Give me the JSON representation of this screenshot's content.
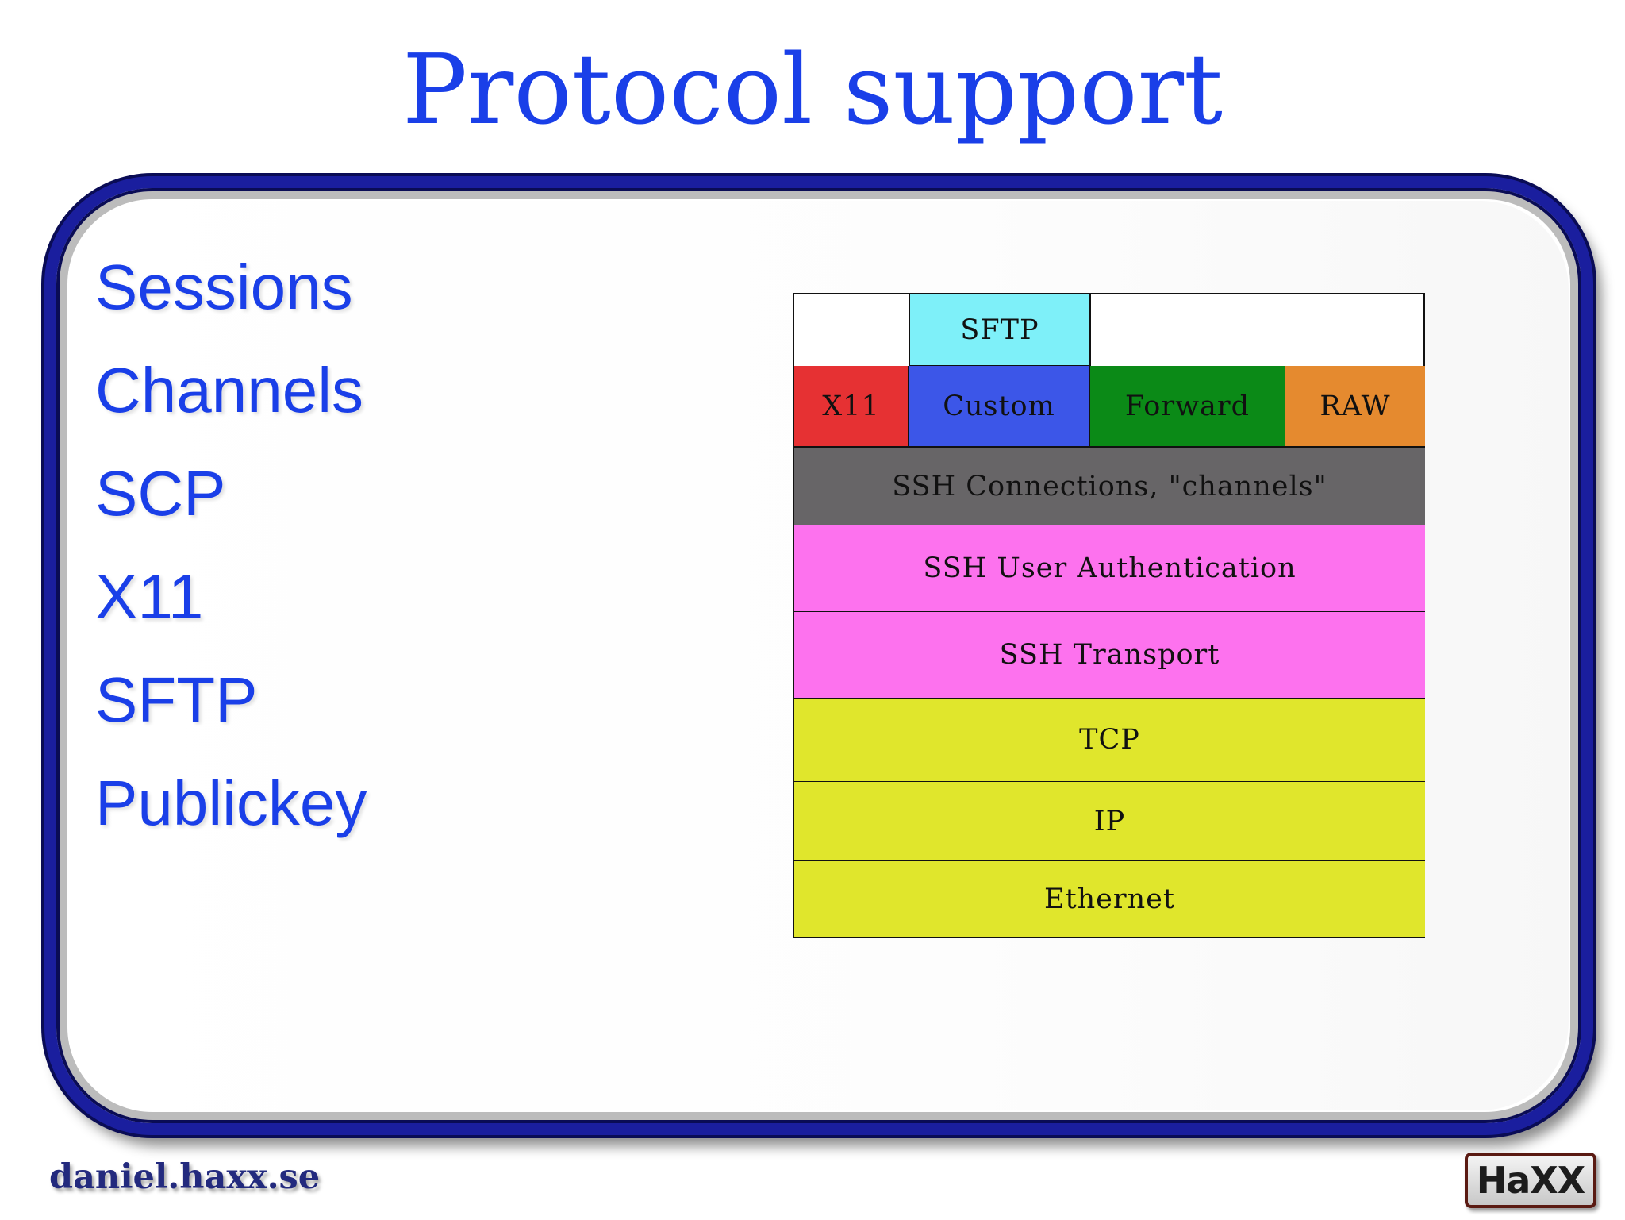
{
  "slide": {
    "title": "Protocol support",
    "bullets": [
      "Sessions",
      "Channels",
      "SCP",
      "X11",
      "SFTP",
      "Publickey"
    ],
    "footer_url": "daniel.haxx.se",
    "logo_text": "HaXX"
  },
  "stack": {
    "sftp": "SFTP",
    "x11": "X11",
    "custom": "Custom",
    "forward": "Forward",
    "raw": "RAW",
    "connections": "SSH Connections, \"channels\"",
    "user_auth": "SSH User Authentication",
    "transport": "SSH Transport",
    "tcp": "TCP",
    "ip": "IP",
    "ethernet": "Ethernet"
  },
  "colors": {
    "title": "#1a3fe8",
    "sftp": "#7ef0f9",
    "x11": "#e63133",
    "custom": "#3c56e8",
    "forward": "#0b8a17",
    "raw": "#e58a2f",
    "connections": "#676567",
    "ssh_layers": "#fd72ee",
    "network_layers": "#e0e62c"
  }
}
